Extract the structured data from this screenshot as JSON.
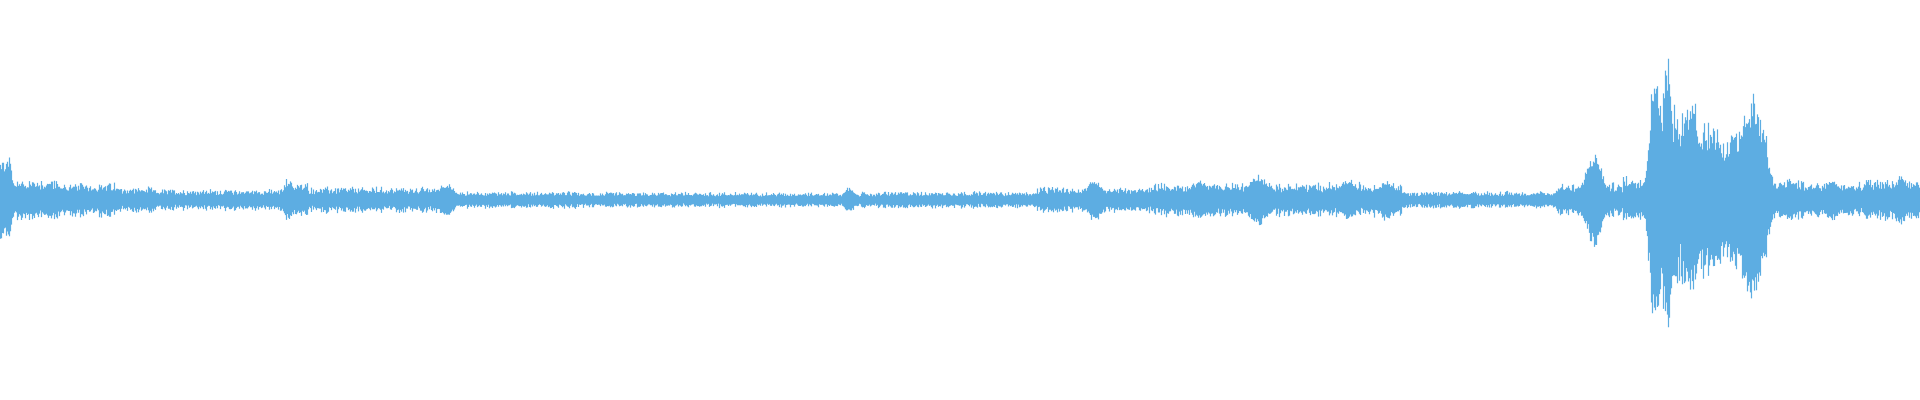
{
  "waveform": {
    "color": "#5dade2",
    "background": "#ffffff",
    "segments": [
      {
        "from": 0.0,
        "to": 0.005,
        "amplitude": 0.1
      },
      {
        "from": 0.005,
        "to": 0.03,
        "amplitude": 0.05
      },
      {
        "from": 0.03,
        "to": 0.06,
        "amplitude": 0.04
      },
      {
        "from": 0.06,
        "to": 0.08,
        "amplitude": 0.03
      },
      {
        "from": 0.08,
        "to": 0.15,
        "amplitude": 0.025
      },
      {
        "from": 0.15,
        "to": 0.16,
        "amplitude": 0.04
      },
      {
        "from": 0.16,
        "to": 0.23,
        "amplitude": 0.03
      },
      {
        "from": 0.23,
        "to": 0.3,
        "amplitude": 0.02
      },
      {
        "from": 0.3,
        "to": 0.38,
        "amplitude": 0.018
      },
      {
        "from": 0.38,
        "to": 0.46,
        "amplitude": 0.018
      },
      {
        "from": 0.46,
        "to": 0.54,
        "amplitude": 0.02
      },
      {
        "from": 0.54,
        "to": 0.6,
        "amplitude": 0.03
      },
      {
        "from": 0.6,
        "to": 0.68,
        "amplitude": 0.04
      },
      {
        "from": 0.68,
        "to": 0.73,
        "amplitude": 0.04
      },
      {
        "from": 0.73,
        "to": 0.81,
        "amplitude": 0.02
      },
      {
        "from": 0.81,
        "to": 0.845,
        "amplitude": 0.04
      },
      {
        "from": 0.845,
        "to": 0.86,
        "amplitude": 0.06
      },
      {
        "from": 0.86,
        "to": 0.89,
        "amplitude": 0.22
      },
      {
        "from": 0.89,
        "to": 0.92,
        "amplitude": 0.16
      },
      {
        "from": 0.92,
        "to": 0.94,
        "amplitude": 0.05
      },
      {
        "from": 0.94,
        "to": 0.97,
        "amplitude": 0.04
      },
      {
        "from": 0.97,
        "to": 1.0,
        "amplitude": 0.05
      }
    ],
    "peaks": [
      {
        "at": 0.004,
        "amplitude": 0.1,
        "width": 0.003
      },
      {
        "at": 0.15,
        "amplitude": 0.05,
        "width": 0.004
      },
      {
        "at": 0.232,
        "amplitude": 0.04,
        "width": 0.006
      },
      {
        "at": 0.442,
        "amplitude": 0.03,
        "width": 0.004
      },
      {
        "at": 0.57,
        "amplitude": 0.05,
        "width": 0.006
      },
      {
        "at": 0.625,
        "amplitude": 0.05,
        "width": 0.006
      },
      {
        "at": 0.655,
        "amplitude": 0.06,
        "width": 0.008
      },
      {
        "at": 0.702,
        "amplitude": 0.05,
        "width": 0.006
      },
      {
        "at": 0.722,
        "amplitude": 0.05,
        "width": 0.006
      },
      {
        "at": 0.83,
        "amplitude": 0.11,
        "width": 0.006
      },
      {
        "at": 0.862,
        "amplitude": 0.33,
        "width": 0.004
      },
      {
        "at": 0.868,
        "amplitude": 0.34,
        "width": 0.004
      },
      {
        "at": 0.88,
        "amplitude": 0.24,
        "width": 0.006
      },
      {
        "at": 0.893,
        "amplitude": 0.18,
        "width": 0.006
      },
      {
        "at": 0.903,
        "amplitude": 0.15,
        "width": 0.006
      },
      {
        "at": 0.912,
        "amplitude": 0.25,
        "width": 0.009
      },
      {
        "at": 0.932,
        "amplitude": 0.05,
        "width": 0.006
      },
      {
        "at": 0.954,
        "amplitude": 0.05,
        "width": 0.006
      },
      {
        "at": 0.99,
        "amplitude": 0.06,
        "width": 0.004
      }
    ]
  }
}
